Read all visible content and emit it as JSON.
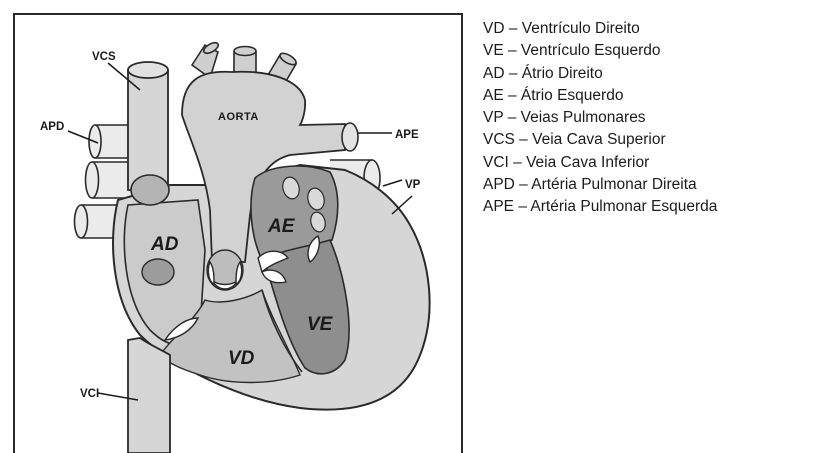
{
  "diagram": {
    "labels": {
      "vcs": "VCS",
      "apd": "APD",
      "vci": "VCI",
      "aorta": "AORTA",
      "ape": "APE",
      "vp": "VP",
      "ad": "AD",
      "ae": "AE",
      "ve": "VE",
      "vd": "VD"
    },
    "colors": {
      "light_gray": "#d6d6d6",
      "mid_gray": "#bcbcbc",
      "dark_gray": "#8e8e8e",
      "outline": "#2a2a2a"
    }
  },
  "legend": [
    {
      "text": "VD – Ventrículo Direito"
    },
    {
      "text": "VE – Ventrículo Esquerdo"
    },
    {
      "text": "AD – Átrio Direito"
    },
    {
      "text": "AE – Átrio Esquerdo"
    },
    {
      "text": "VP – Veias Pulmonares"
    },
    {
      "text": "VCS – Veia Cava Superior"
    },
    {
      "text": "VCI – Veia Cava Inferior"
    },
    {
      "text": "APD – Artéria Pulmonar Direita"
    },
    {
      "text": "APE – Artéria Pulmonar Esquerda"
    }
  ]
}
